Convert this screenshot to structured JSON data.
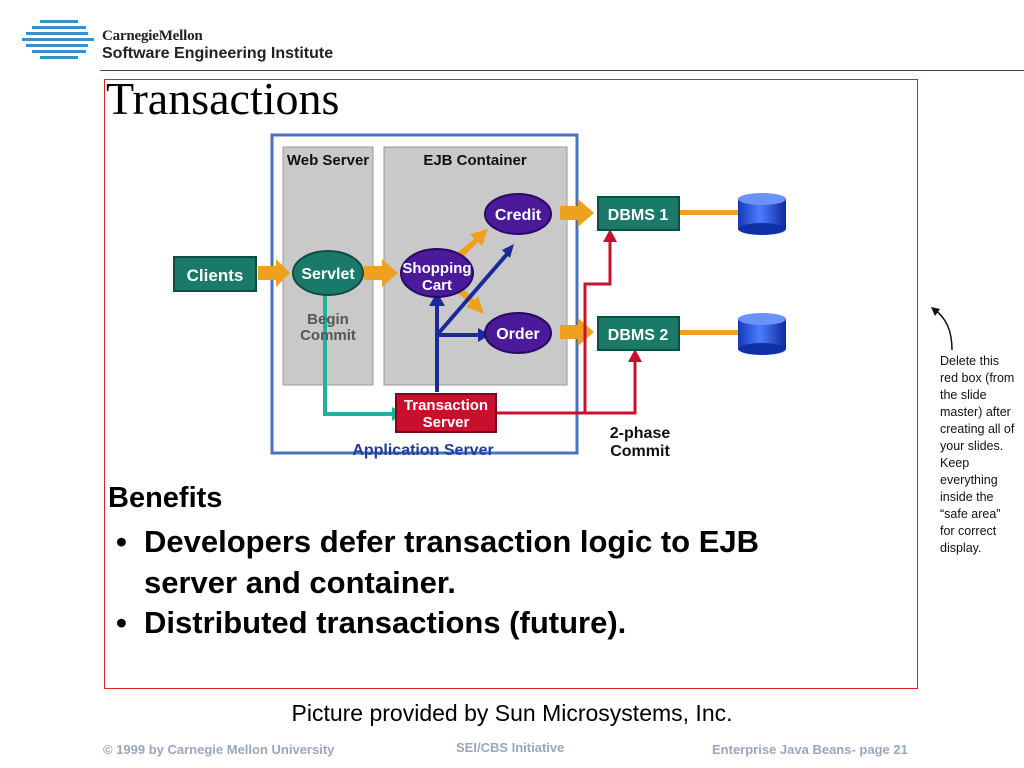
{
  "header": {
    "org_line1": "CarnegieMellon",
    "org_line2": "Software Engineering Institute"
  },
  "slide": {
    "title": "Transactions",
    "benefits_heading": "Benefits",
    "bullets": [
      "Developers defer transaction logic to EJB server and container.",
      "Distributed transactions (future)."
    ],
    "bullet_char": "•",
    "note": "Delete this red box (from the slide master) after creating all of your slides. Keep everything inside the “safe area” for correct display.",
    "credit": "Picture provided by Sun Microsystems, Inc."
  },
  "diagram": {
    "web_server_label": "Web Server",
    "ejb_container_label": "EJB Container",
    "app_server_label": "Application Server",
    "clients": "Clients",
    "servlet": "Servlet",
    "begin_commit": [
      "Begin",
      "Commit"
    ],
    "shopping_cart": [
      "Shopping",
      "Cart"
    ],
    "credit": "Credit",
    "order": "Order",
    "dbms1": "DBMS 1",
    "dbms2": "DBMS 2",
    "transaction_server": [
      "Transaction",
      "Server"
    ],
    "two_phase": [
      "2-phase",
      "Commit"
    ],
    "colors": {
      "teal_box": "#1a7a6a",
      "purple": "#4b1a9a",
      "red_box": "#c8102e",
      "orange": "#f0a020",
      "blue_frame": "#4a72c0",
      "navy_label": "#1f3c99",
      "cylinder": "#2050d8"
    }
  },
  "footer": {
    "left": "© 1999 by Carnegie Mellon University",
    "middle": "SEI/CBS Initiative",
    "right": "Enterprise Java Beans- page 21"
  }
}
